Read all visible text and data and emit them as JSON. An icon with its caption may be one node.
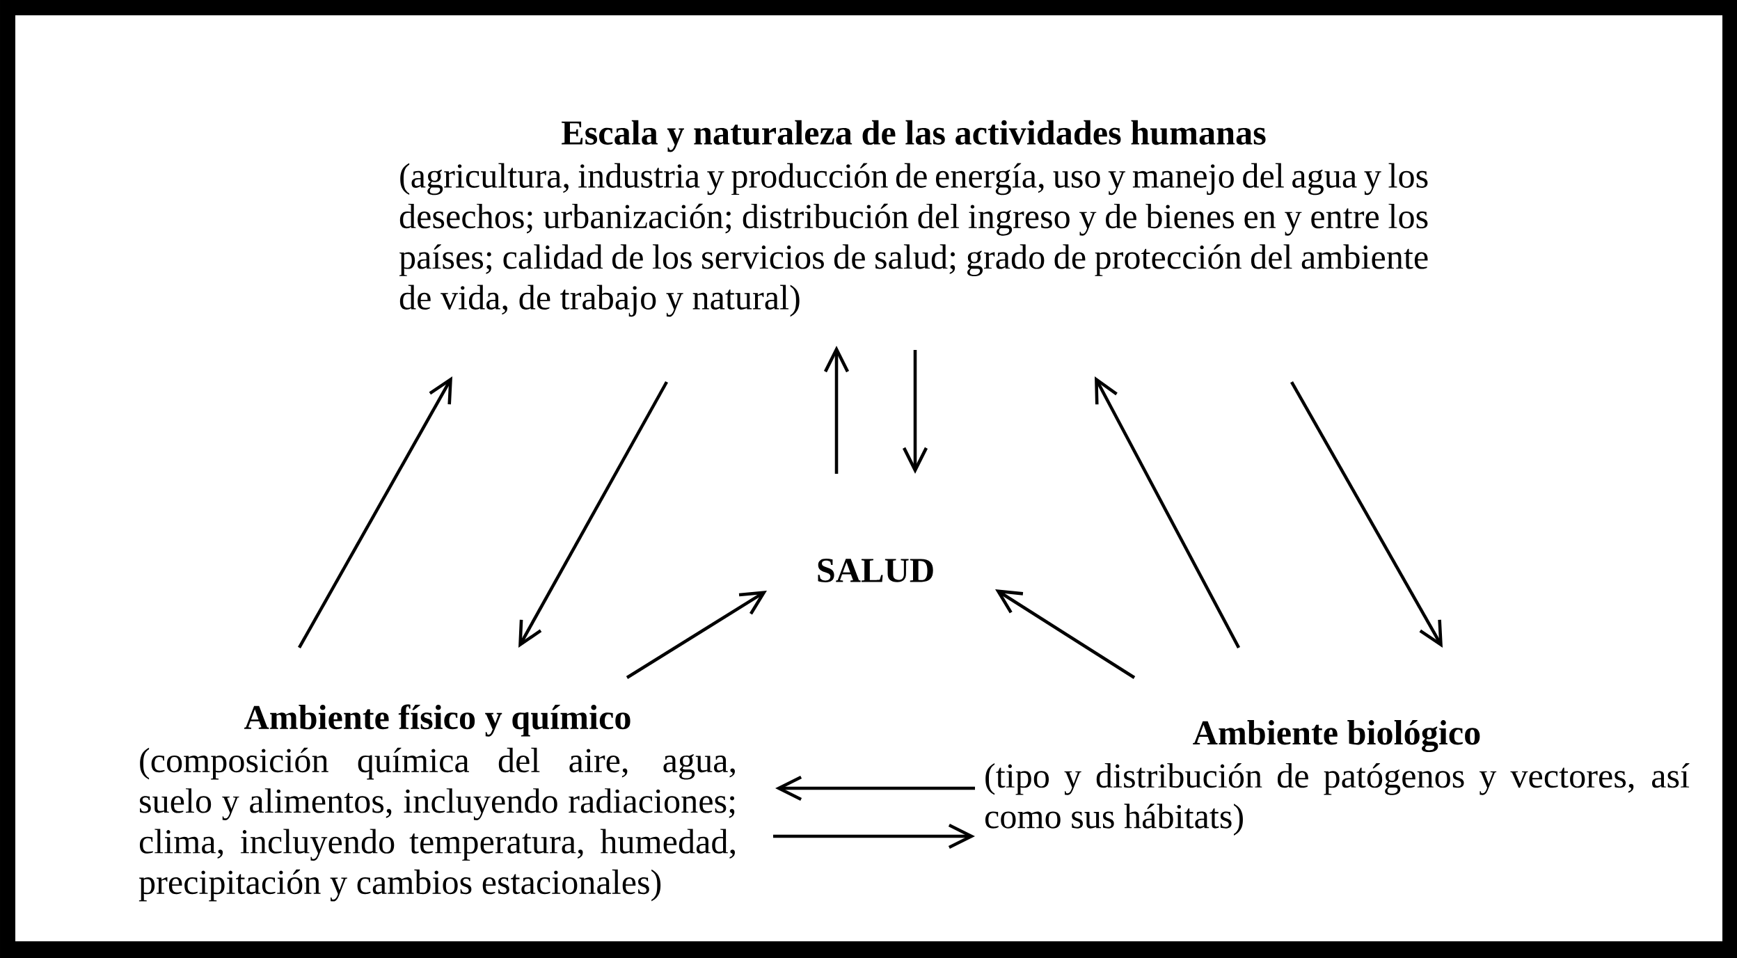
{
  "diagram": {
    "nodes": [
      {
        "text": [
          "Escala y naturaleza de las actividades humanas",
          "(agricultura, industria y producción de energía, uso y manejo del agua y los desechos; urbanización; distribución del ingreso y de bienes en y entre los países; calidad de los servicios de salud; grado de protección del ambiente de vida, de trabajo y natural)"
        ]
      },
      {
        "text": [
          "SALUD"
        ]
      },
      {
        "text": [
          "Ambiente físico y químico",
          "(composición química del aire, agua, suelo y alimentos, incluyendo radiaciones; clima, incluyendo temperatura, humedad, precipitación y cambios estacionales)"
        ]
      },
      {
        "text": [
          "Ambiente biológico",
          "(tipo y distribución de patógenos y vectores, así como sus hábitats)"
        ]
      }
    ],
    "edges": [
      {
        "from": 2,
        "to": 0,
        "arrow": "to"
      },
      {
        "from": 0,
        "to": 2,
        "arrow": "to"
      },
      {
        "from": 1,
        "to": 0,
        "arrow": "to"
      },
      {
        "from": 0,
        "to": 1,
        "arrow": "to"
      },
      {
        "from": 3,
        "to": 0,
        "arrow": "to"
      },
      {
        "from": 0,
        "to": 3,
        "arrow": "to"
      },
      {
        "from": 2,
        "to": 1,
        "arrow": "to"
      },
      {
        "from": 3,
        "to": 1,
        "arrow": "to"
      },
      {
        "from": 3,
        "to": 2,
        "arrow": "to"
      },
      {
        "from": 2,
        "to": 3,
        "arrow": "to"
      }
    ]
  }
}
